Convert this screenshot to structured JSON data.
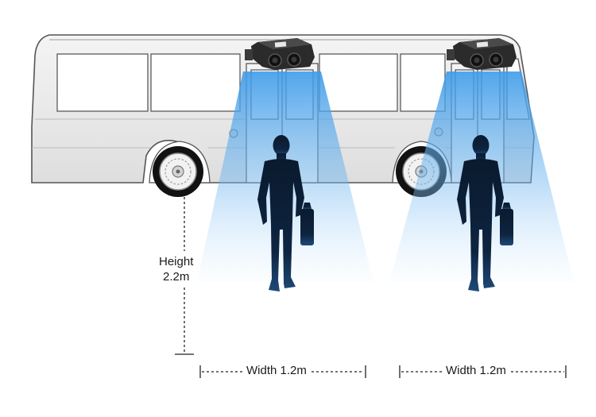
{
  "labels": {
    "height_title": "Height",
    "height_value": "2.2m",
    "width_left": "Width 1.2m",
    "width_right": "Width 1.2m"
  },
  "colors": {
    "beam": "#3d9be9",
    "bus_body": "#ebebeb",
    "bus_outline": "#555555",
    "window": "#ffffff",
    "passenger": "#0c1f33",
    "sensor": "#2b2b2b"
  },
  "icons": [
    "counting-sensor-icon",
    "passenger-silhouette-icon",
    "bus-wheel-icon"
  ]
}
